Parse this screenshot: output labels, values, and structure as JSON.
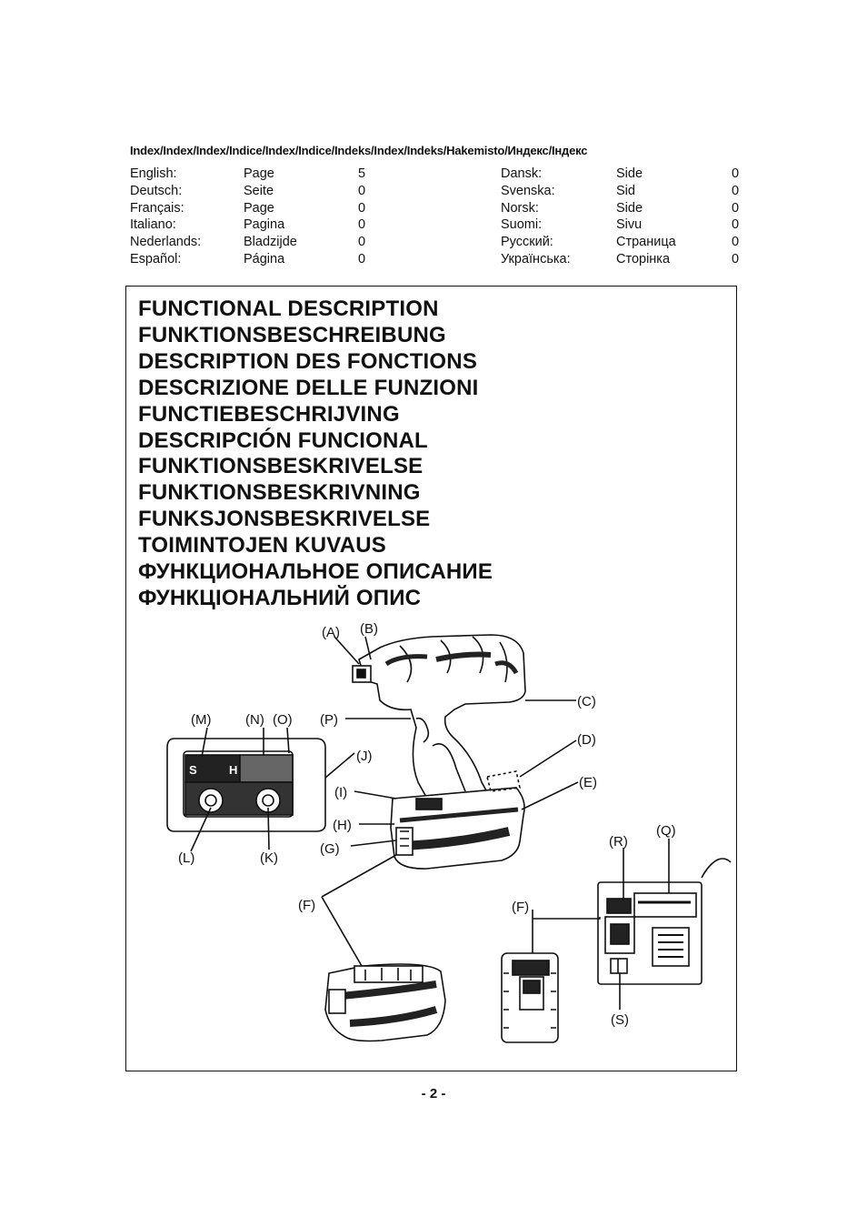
{
  "index_title": "Index/Index/Index/Indice/Index/Indice/Indeks/Index/Indeks/Hakemisto/Индекс/Індекс",
  "index_left": [
    {
      "lang": "English:",
      "word": "Page",
      "num": "5"
    },
    {
      "lang": "Deutsch:",
      "word": "Seite",
      "num": "0"
    },
    {
      "lang": "Français:",
      "word": "Page",
      "num": "0"
    },
    {
      "lang": "Italiano:",
      "word": "Pagina",
      "num": "0"
    },
    {
      "lang": "Nederlands:",
      "word": "Bladzijde",
      "num": "0"
    },
    {
      "lang": "Español:",
      "word": "Página",
      "num": "0"
    }
  ],
  "index_right": [
    {
      "lang": "Dansk:",
      "word": "Side",
      "num": "0"
    },
    {
      "lang": "Svenska:",
      "word": "Sid",
      "num": "0"
    },
    {
      "lang": "Norsk:",
      "word": "Side",
      "num": "0"
    },
    {
      "lang": "Suomi:",
      "word": "Sivu",
      "num": "0"
    },
    {
      "lang": "Русский:",
      "word": "Страница",
      "num": "0"
    },
    {
      "lang": "Українська:",
      "word": "Сторінка",
      "num": "0"
    }
  ],
  "headings": [
    "FUNCTIONAL DESCRIPTION",
    "FUNKTIONSBESCHREIBUNG",
    "DESCRIPTION DES FONCTIONS",
    "DESCRIZIONE DELLE FUNZIONI",
    "FUNCTIEBESCHRIJVING",
    "DESCRIPCIÓN FUNCIONAL",
    "FUNKTIONSBESKRIVELSE",
    "FUNKTIONSBESKRIVNING",
    "FUNKSJONSBESKRIVELSE",
    "TOIMINTOJEN KUVAUS",
    "ФУНКЦИОНАЛЬНОЕ ОПИСАНИЕ",
    "ФУНКЦІОНАЛЬНИЙ ОПИС"
  ],
  "labels": {
    "A": "(A)",
    "B": "(B)",
    "C": "(C)",
    "D": "(D)",
    "E": "(E)",
    "F1": "(F)",
    "F2": "(F)",
    "G": "(G)",
    "H": "(H)",
    "I": "(I)",
    "J": "(J)",
    "K": "(K)",
    "L": "(L)",
    "M": "(M)",
    "N": "(N)",
    "O": "(O)",
    "P": "(P)",
    "Q": "(Q)",
    "R": "(R)",
    "S": "(S)"
  },
  "panel": {
    "s": "S",
    "h": "H"
  },
  "page_number": "- 2 -"
}
